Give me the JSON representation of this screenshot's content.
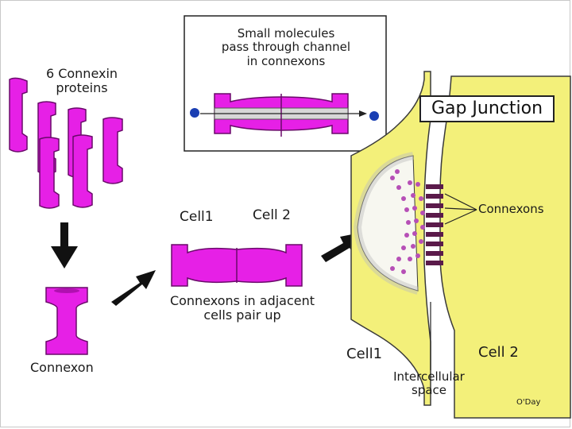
{
  "labels": {
    "connexin_proteins": "6 Connexin\nproteins",
    "connexon": "Connexon",
    "inset_caption": "Small molecules\npass through channel\nin connexons",
    "cell1_pair": "Cell1",
    "cell2_pair": "Cell 2",
    "pair_caption": "Connexons in adjacent\ncells pair up",
    "gap_junction": "Gap Junction",
    "connexons": "Connexons",
    "cell1_bottom": "Cell1",
    "cell2_bottom": "Cell 2",
    "intercellular_space": "Intercellular\nspace",
    "credit": "O'Day"
  },
  "colors": {
    "protein": "#e620e6",
    "cell_fill": "#f3f07a",
    "cell_outline": "#3a3a3a",
    "molecule": "#1a3fb3",
    "arrow": "#111111"
  }
}
